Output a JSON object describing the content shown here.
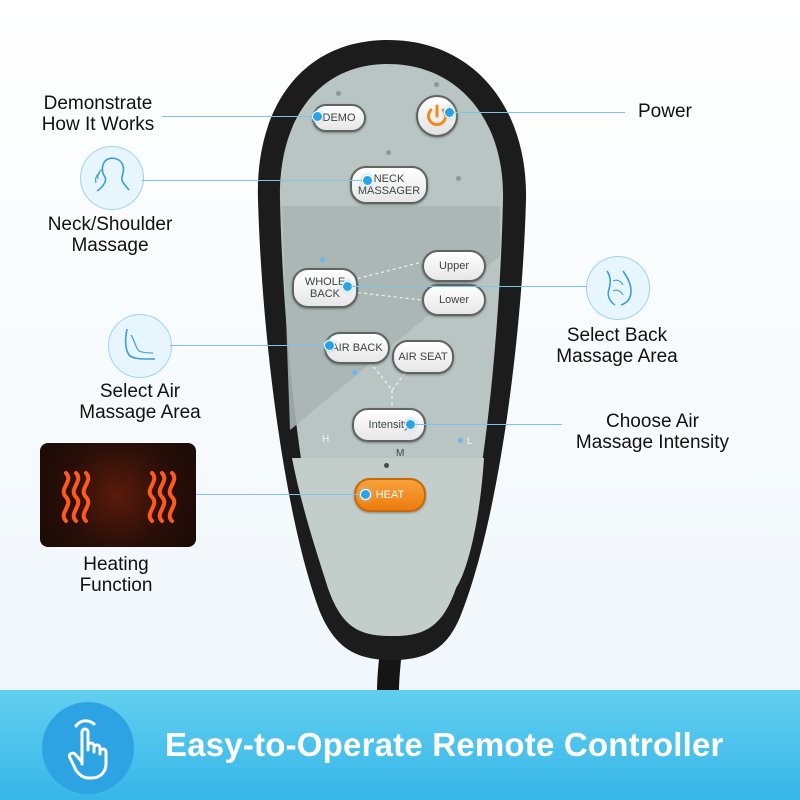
{
  "callouts": {
    "demo": [
      "Demonstrate",
      "How It Works"
    ],
    "power": "Power",
    "neck": [
      "Neck/Shoulder",
      "Massage"
    ],
    "back": [
      "Select Back",
      "Massage Area"
    ],
    "air": [
      "Select Air",
      "Massage Area"
    ],
    "intensity": [
      "Choose Air",
      "Massage Intensity"
    ],
    "heat": [
      "Heating",
      "Function"
    ]
  },
  "remote": {
    "demo_button": "DEMO",
    "neck_button": [
      "NECK",
      "MASSAGER"
    ],
    "whole_back_button": [
      "WHOLE",
      "BACK"
    ],
    "upper_button": "Upper",
    "lower_button": "Lower",
    "air_back_button": "AIR BACK",
    "air_seat_button": "AIR SEAT",
    "intensity_button": "Intensity",
    "level_h": "H",
    "level_m": "M",
    "level_l": "L",
    "heat_button": "HEAT"
  },
  "banner": {
    "text": "Easy-to-Operate Remote Controller",
    "icon": "hand-pointer-icon"
  },
  "colors": {
    "accent": "#29a3e6",
    "heat": "#f08a1c",
    "banner": "#3bb8e8"
  }
}
